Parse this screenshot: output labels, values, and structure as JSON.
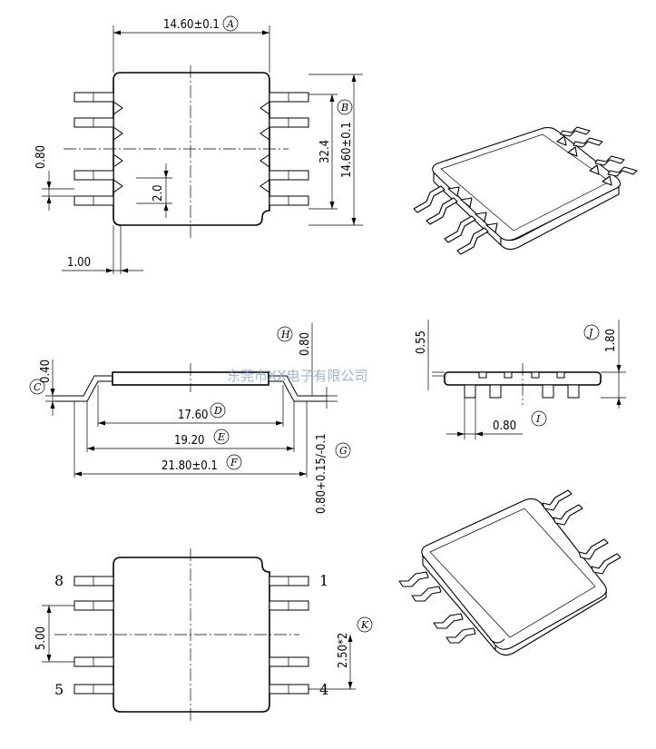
{
  "top_view": {
    "width_dim": "14.60±0.1",
    "width_tag": "A",
    "height_dim": "14.60±0.1",
    "height_tag": "B",
    "pitch_dim": "32.4",
    "gap_dim": "2.0",
    "pin_width_dim": "0.80",
    "lead_dim": "1.00"
  },
  "side_view": {
    "tag_c": "C",
    "dim_c": "0.40",
    "tag_h": "H",
    "dim_h": "0.80",
    "dim_d": "17.60",
    "tag_d": "D",
    "dim_e": "19.20",
    "tag_e": "E",
    "dim_f": "21.80±0.1",
    "tag_f": "F",
    "dim_g": "0.80+0.15/-0.1",
    "tag_g": "G"
  },
  "end_view": {
    "dim_top": "0.55",
    "tag_j": "J",
    "dim_j": "1.80",
    "dim_i": "0.80",
    "tag_i": "I"
  },
  "bottom_view": {
    "pin_1": "1",
    "pin_4": "4",
    "pin_5": "5",
    "pin_8": "8",
    "row_dim": "5.00",
    "pitch_dim": "2.50*2",
    "tag_k": "K"
  },
  "watermark": "东莞市XX电子有限公司"
}
